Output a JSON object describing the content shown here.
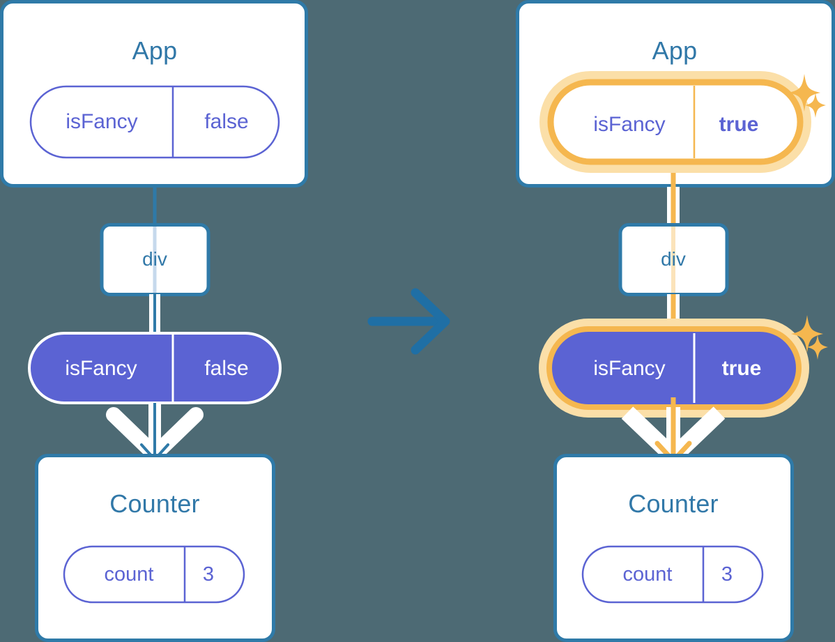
{
  "diagram": {
    "title": "React state update propagation diagram",
    "type": "before-after-component-tree",
    "background_color": "#4d6a74",
    "transition_arrow": "arrow-right"
  },
  "colors": {
    "background": "#4d6a74",
    "box_border_blue": "#2f7aa8",
    "box_fill_white": "#ffffff",
    "text_blue": "#3178a8",
    "pill_purple": "#5b63d3",
    "pill_text_purple": "#5b63d3",
    "pill_text_white": "#ffffff",
    "highlight_orange": "#f5b74f",
    "highlight_orange_soft": "#fbdfa8",
    "line_blue": "#2f7aa8",
    "line_white": "#ffffff",
    "sparkle_orange": "#f5b74f"
  },
  "panels": [
    {
      "id": "before",
      "state_highlighted": false,
      "app": {
        "title": "App",
        "pill": {
          "name": "isFancy",
          "value": "false",
          "style": "outline",
          "highlighted": false
        }
      },
      "div": {
        "title": "div"
      },
      "prop_pill": {
        "name": "isFancy",
        "value": "false",
        "style": "filled",
        "highlighted": false
      },
      "counter": {
        "title": "Counter",
        "pill": {
          "name": "count",
          "value": "3",
          "style": "outline",
          "highlighted": false
        }
      },
      "sparkles": []
    },
    {
      "id": "after",
      "state_highlighted": true,
      "app": {
        "title": "App",
        "pill": {
          "name": "isFancy",
          "value": "true",
          "style": "outline",
          "highlighted": true,
          "value_bold": true
        }
      },
      "div": {
        "title": "div"
      },
      "prop_pill": {
        "name": "isFancy",
        "value": "true",
        "style": "filled",
        "highlighted": true,
        "value_bold": true
      },
      "counter": {
        "title": "Counter",
        "pill": {
          "name": "count",
          "value": "3",
          "style": "outline",
          "highlighted": false
        }
      },
      "sparkles": [
        "sparkle-large",
        "sparkle-small",
        "sparkle-large",
        "sparkle-small"
      ]
    }
  ]
}
